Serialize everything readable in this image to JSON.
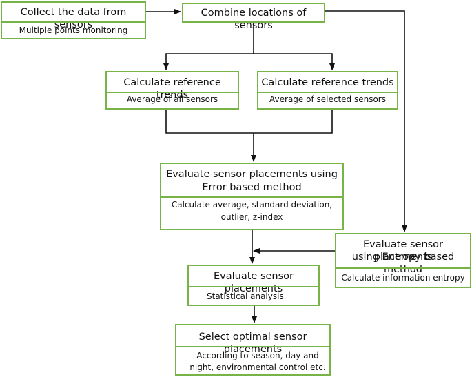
{
  "nodes": {
    "collect": {
      "title": "Collect the data from sensors",
      "detail": "Multiple points monitoring"
    },
    "combine": {
      "title": "Combine locations of sensors"
    },
    "ref_all": {
      "title": "Calculate reference trends",
      "detail": "Average of all sensors"
    },
    "ref_selected": {
      "title": "Calculate reference trends",
      "detail": "Average of selected sensors"
    },
    "error_method": {
      "title_line1": "Evaluate sensor placements using",
      "title_line2": "Error based method",
      "detail_line1": "Calculate average, standard deviation,",
      "detail_line2": "outlier, z-index"
    },
    "entropy_method": {
      "title_line1": "Evaluate sensor placements",
      "title_line2": "using Entropy based method",
      "detail": "Calculate information entropy"
    },
    "evaluate": {
      "title": "Evaluate sensor placements",
      "detail": "Statistical analysis"
    },
    "select": {
      "title": "Select optimal sensor placements",
      "detail_line1": "According to season, day and",
      "detail_line2": "night, environmental control etc."
    }
  },
  "colors": {
    "box_border": "#78b348",
    "connector": "#111111"
  }
}
